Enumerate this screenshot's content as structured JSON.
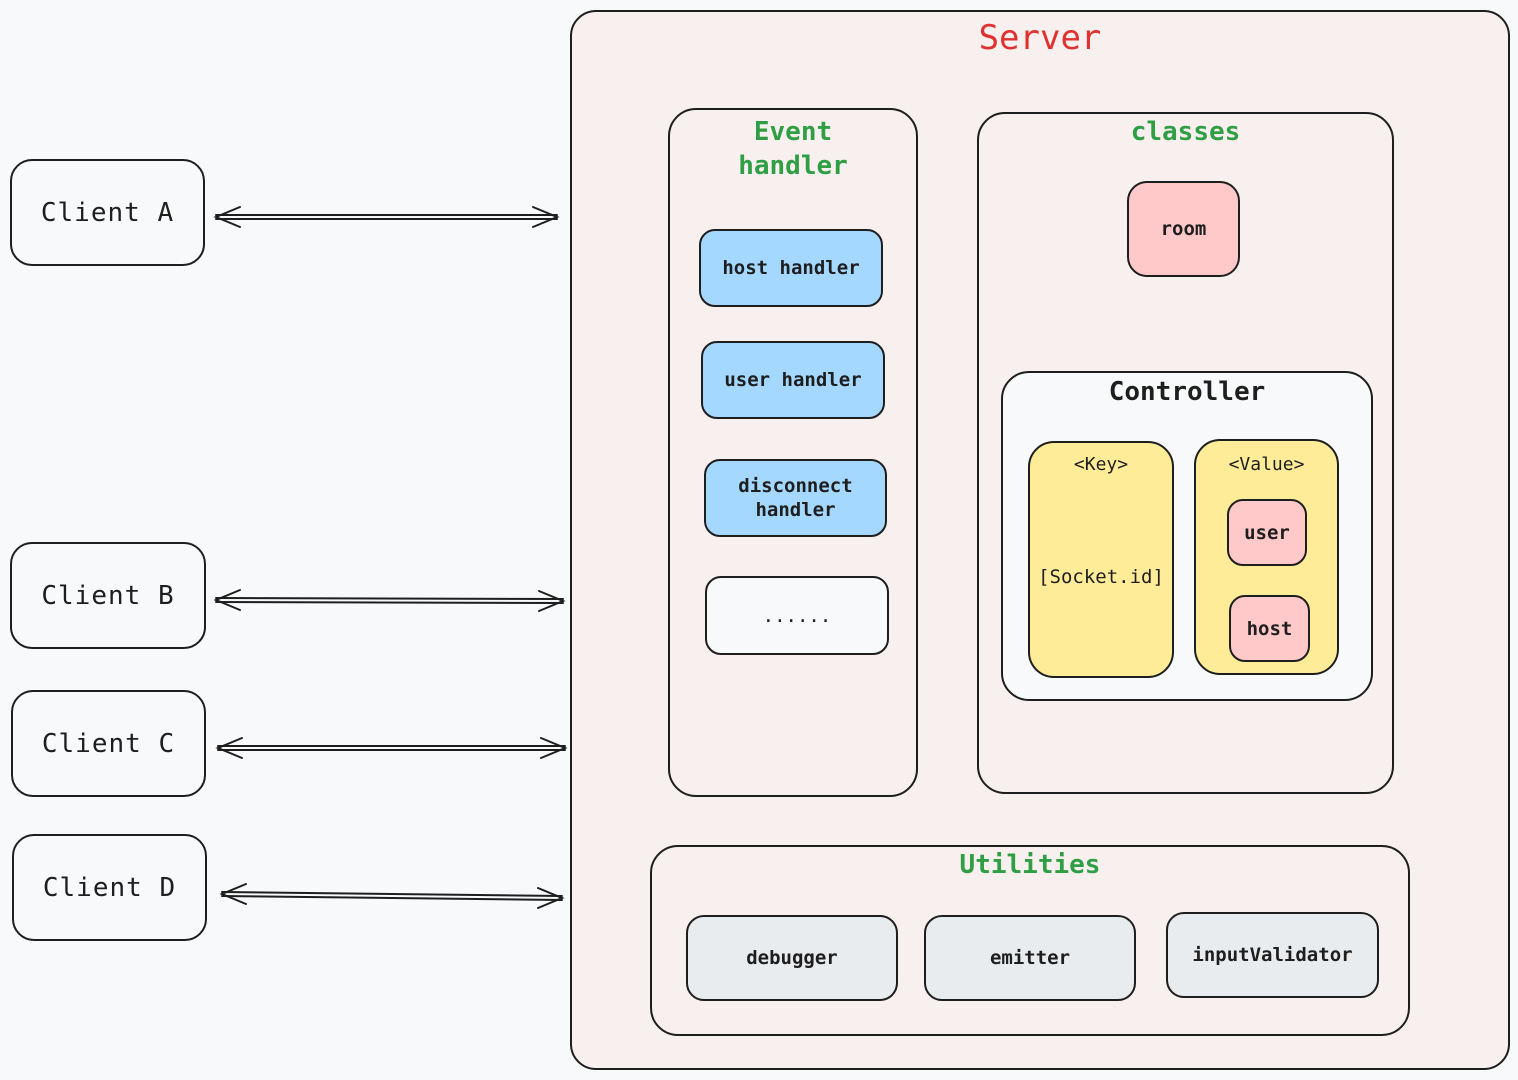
{
  "clients": [
    "Client A",
    "Client B",
    "Client C",
    "Client D"
  ],
  "server": {
    "title": "Server",
    "event_handler": {
      "title_line1": "Event",
      "title_line2": "handler",
      "items": [
        "host handler",
        "user handler",
        "disconnect handler",
        "......"
      ]
    },
    "classes": {
      "title": "classes",
      "room": "room",
      "controller": {
        "title": "Controller",
        "key_label": "<Key>",
        "key_value": "[Socket.id]",
        "value_label": "<Value>",
        "value_items": [
          "user",
          "host"
        ]
      }
    },
    "utilities": {
      "title": "Utilities",
      "items": [
        "debugger",
        "emitter",
        "inputValidator"
      ]
    }
  },
  "colors": {
    "server_title": "#e03131",
    "section_title": "#2f9e44",
    "handler_fill": "#a5d8ff",
    "class_fill": "#ffc9c9",
    "controller_fill": "#ffec99",
    "utility_fill": "#e9ecef",
    "server_fill": "#f8f0ee"
  }
}
